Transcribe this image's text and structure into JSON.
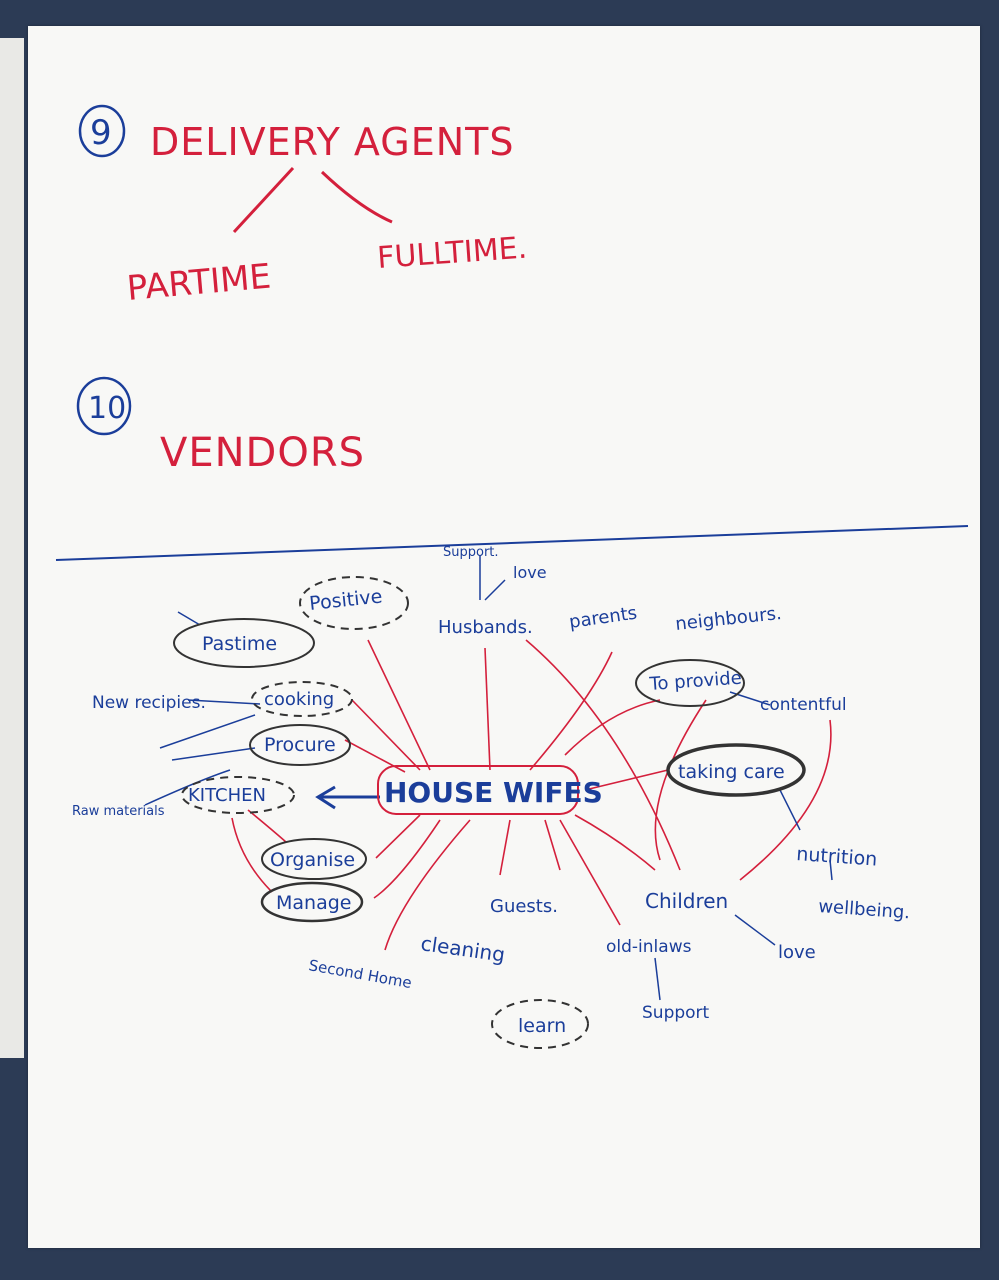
{
  "section9": {
    "number": "9",
    "title": "DELIVERY AGENTS",
    "left_branch": "PARTIME",
    "right_branch": "FULLTIME."
  },
  "section10": {
    "number": "10",
    "title": "VENDORS"
  },
  "mindmap": {
    "center": "HOUSE WIFES",
    "nodes": {
      "pastime": "Pastime",
      "positive": "Positive",
      "support_top": "Support.",
      "love_top": "love",
      "husbands": "Husbands.",
      "parents": "parents",
      "neighbours": "neighbours.",
      "new_recipies": "New recipies.",
      "cooking": "cooking",
      "to_provide": "To provide",
      "contentful": "contentful",
      "procure": "Procure",
      "raw_materials": "Raw materials",
      "kitchen": "KITCHEN",
      "taking_care": "taking care",
      "organise": "Organise",
      "manage": "Manage",
      "nutrition": "nutrition",
      "wellbeing": "wellbeing.",
      "guests": "Guests.",
      "children": "Children",
      "cleaning": "cleaning",
      "old_inlaws": "old-inlaws",
      "love_bottom": "love",
      "second_home": "Second Home",
      "learn": "learn",
      "support_bottom": "Support"
    }
  }
}
